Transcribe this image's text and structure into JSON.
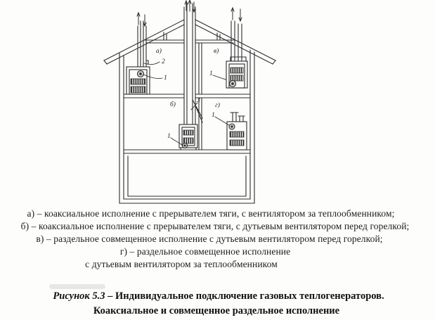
{
  "legend": {
    "lines": [
      "а) – коаксиальное исполнение с прерывателем тяги, с вентилятором за теплообменником;",
      "б) – коаксиальное исполнение с прерывателем тяги, с дутьевым вентилятором перед горелкой;",
      "в) – раздельное совмещенное исполнение с дутьевым вентилятором перед горелкой;",
      "г) – раздельное совмещенное  исполнение",
      "с дутьевым  вентилятором за теплообменником"
    ]
  },
  "caption": {
    "label": "Рисунок 5.3",
    "rest": " – Индивидуальное подключение газовых теплогенераторов.",
    "subtitle": "Коаксиальное и совмещенное  раздельное исполнение"
  },
  "diagram": {
    "rooms": {
      "a": "а)",
      "v": "в)",
      "b": "б)",
      "g": "г)"
    },
    "parts": {
      "p1": "1",
      "p2": "2",
      "p3": "3"
    },
    "ink_color": "#2d2d2d",
    "text_color": "#1b1b1b"
  }
}
